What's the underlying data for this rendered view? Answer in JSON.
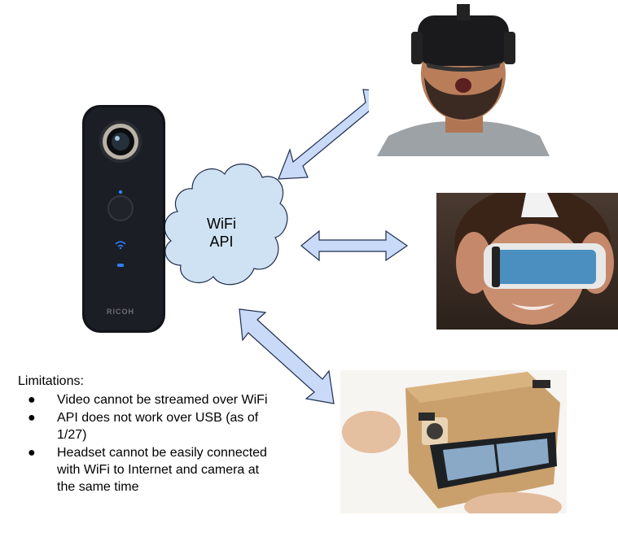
{
  "cloud": {
    "line1": "WiFi",
    "line2": "API"
  },
  "camera": {
    "brand": "RICOH"
  },
  "limitations": {
    "title": "Limitations:",
    "items": [
      "Video cannot be streamed over WiFi",
      "API does not work over USB (as of 1/27)",
      "Headset cannot be easily connected with WiFi to Internet and camera at the same time"
    ]
  },
  "colors": {
    "arrow_fill": "#c9daf8",
    "arrow_stroke": "#1f2d4d",
    "cloud_fill": "#cfe2f3",
    "camera_body": "#111318"
  },
  "icons": [
    "camera-illustration",
    "vr-headset-photo",
    "gear-vr-photo",
    "cardboard-photo",
    "wifi-icon"
  ]
}
